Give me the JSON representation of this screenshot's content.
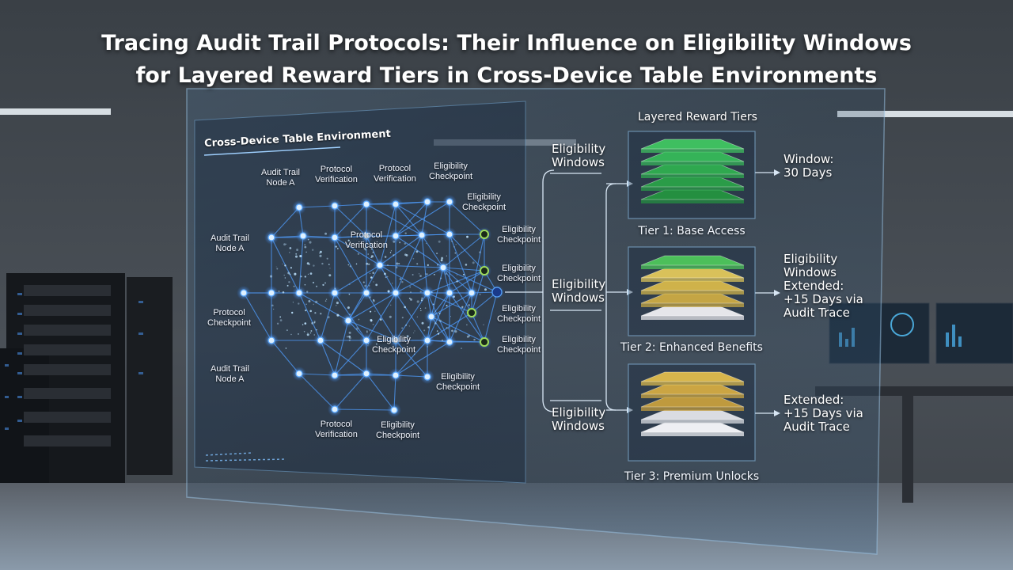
{
  "title": {
    "line1": "Tracing Audit Trail Protocols: Their Influence on Eligibility Windows",
    "line2": "for Layered Reward Tiers in Cross-Device Table Environments"
  },
  "network_panel": {
    "title": "Cross-Device Table Environment",
    "labels": [
      {
        "lines": [
          "Audit Trail",
          "Node A"
        ]
      },
      {
        "lines": [
          "Protocol",
          "Verification"
        ]
      },
      {
        "lines": [
          "Protocol",
          "Verification"
        ]
      },
      {
        "lines": [
          "Eligibility",
          "Checkpoint"
        ]
      },
      {
        "lines": [
          "Eligibility",
          "Checkpoint"
        ]
      },
      {
        "lines": [
          "Audit Trail",
          "Node A"
        ]
      },
      {
        "lines": [
          "Protocol",
          "Verification"
        ]
      },
      {
        "lines": [
          "Eligibility",
          "Checkpoint"
        ]
      },
      {
        "lines": [
          "Eligibility",
          "Checkpoint"
        ]
      },
      {
        "lines": [
          "Protocol",
          "Checkpoint"
        ]
      },
      {
        "lines": [
          "Eligibility",
          "Checkpoint"
        ]
      },
      {
        "lines": [
          "Eligibility",
          "Checkpoint"
        ]
      },
      {
        "lines": [
          "Eligibility",
          "Checkpoint"
        ]
      },
      {
        "lines": [
          "Audit Trail",
          "Node A"
        ]
      },
      {
        "lines": [
          "Eligibility",
          "Checkpoint"
        ]
      },
      {
        "lines": [
          "Protocol",
          "Verification"
        ]
      },
      {
        "lines": [
          "Eligibility",
          "Checkpoint"
        ]
      }
    ]
  },
  "eligibility_windows": [
    {
      "lines": [
        "Eligibility",
        "Windows"
      ]
    },
    {
      "lines": [
        "Eligibility",
        "Windows"
      ]
    },
    {
      "lines": [
        "Eligibility",
        "Windows"
      ]
    }
  ],
  "tiers_title": "Layered Reward Tiers",
  "tiers": [
    {
      "name": "Tier 1: Base Access",
      "window_lines": [
        "Window:",
        "30 Days"
      ],
      "colors": [
        "#3fbf60",
        "#35b358",
        "#2fa84f",
        "#2a9c48",
        "#248f40"
      ]
    },
    {
      "name": "Tier 2: Enhanced Benefits",
      "window_lines": [
        "Eligibility",
        "Windows",
        "Extended:",
        "+15 Days via",
        "Audit Trace"
      ],
      "colors": [
        "#4cbf5a",
        "#d9c15a",
        "#cfb24a",
        "#c4a544",
        "#e6e6ea"
      ]
    },
    {
      "name": "Tier 3: Premium Unlocks",
      "window_lines": [
        "Extended:",
        "+15 Days via",
        "Audit Trace"
      ],
      "colors": [
        "#d7b54c",
        "#cba543",
        "#bf9a3e",
        "#dadce2",
        "#eeeff3"
      ]
    }
  ]
}
